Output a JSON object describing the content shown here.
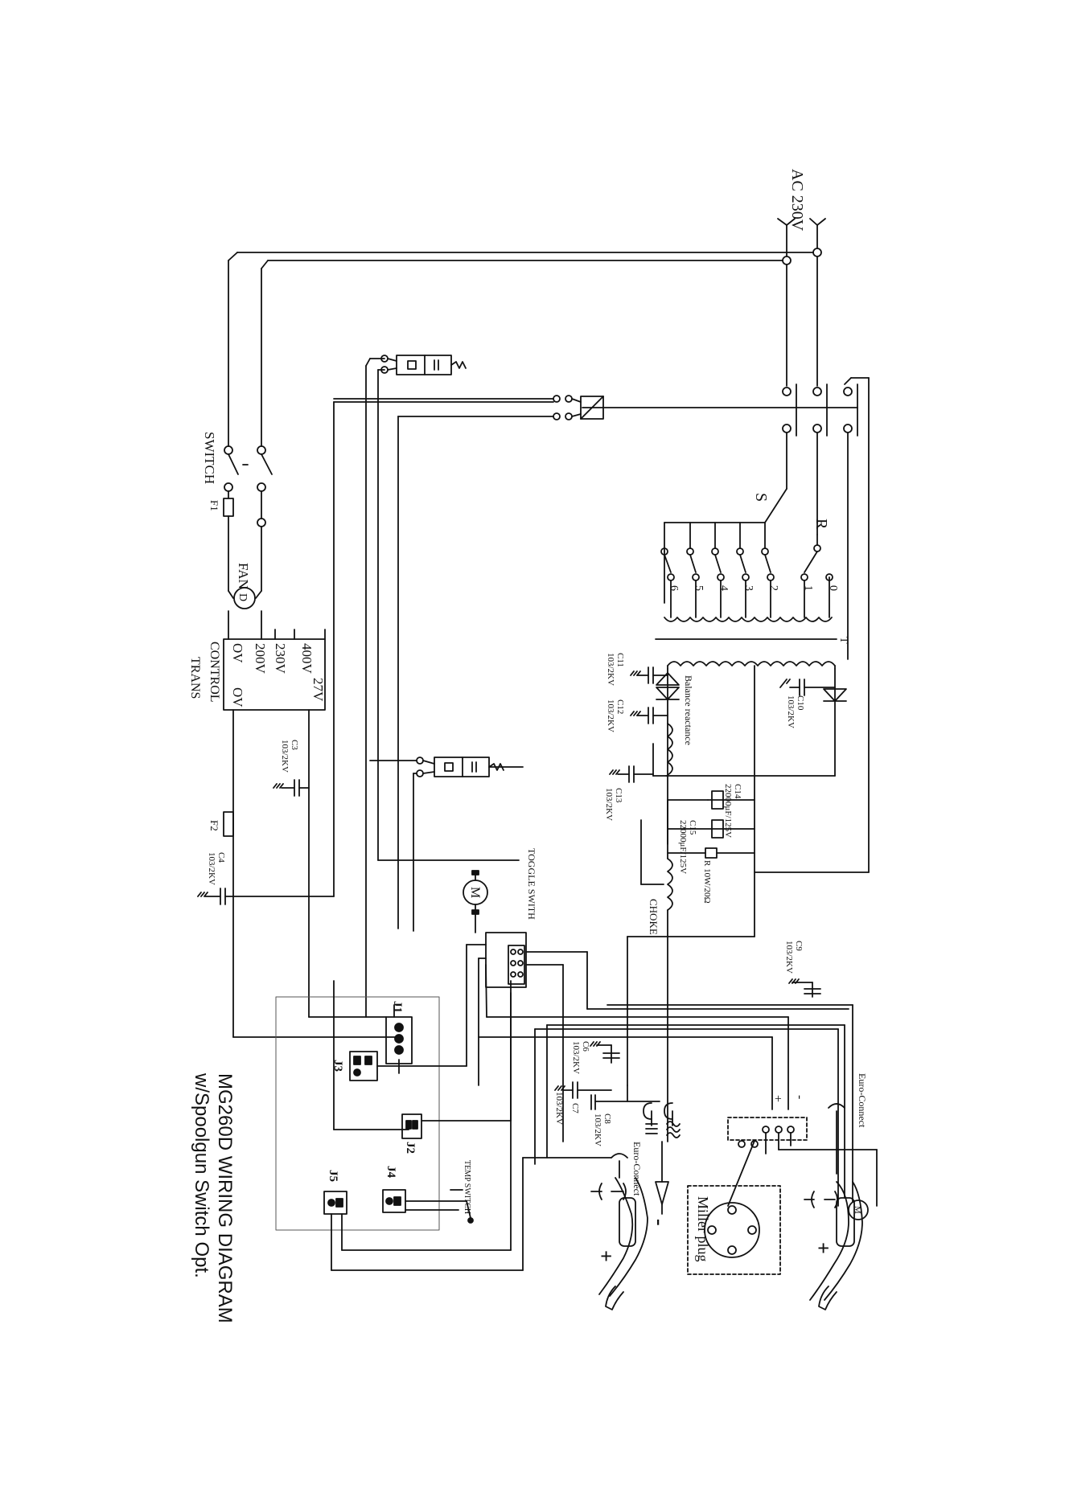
{
  "labels": {
    "ac": "AC 230V",
    "switch": "SWITCH",
    "f1": "F1",
    "f2": "F2",
    "fan": "FAN",
    "fan_symbol": "D",
    "control_trans": "CONTROL",
    "trans": "TRANS",
    "v400": "400V",
    "v27": "27V",
    "v230": "230V",
    "v200": "200V",
    "ov_left": "OV",
    "ov_right": "OV",
    "c3": "C3",
    "c3_val": "103/2KV",
    "c4": "C4",
    "c4_val": "103/2KV",
    "toggle": "TOGGLE SWITH",
    "motor": "M",
    "s": "S",
    "r": "R",
    "t": "T",
    "taps": [
      "0",
      "1",
      "2",
      "3",
      "4",
      "5",
      "6"
    ],
    "c10": "C10",
    "c10_val": "103/2KV",
    "c11": "C11",
    "c11_val": "103/2KV",
    "c12": "C12",
    "c12_val": "103/2KV",
    "c13": "C13",
    "c13_val": "103/2KV",
    "c14": "C14",
    "c14_val": "22000μF/125V",
    "c15": "C15",
    "c15_val": "22000μF/125V",
    "resistor": "R 10W/20Ω",
    "balance": "Balance reactance",
    "choke": "CHOKE",
    "c9": "C9",
    "c9_val": "103/2KV",
    "c6": "C6",
    "c6_val": "103/2KV",
    "c7": "C7",
    "c7_val": "103/2KV",
    "c8": "C8",
    "c8_val": "103/2KV",
    "euro1": "Euro-Connect",
    "euro2": "Euro-Connect",
    "j1": "J1",
    "j2": "J2",
    "j3": "J3",
    "j4": "J4",
    "j5": "J5",
    "temp_switch": "TEMP SWITCH",
    "miller": "Miller plug",
    "plus1": "+",
    "minus1": "-",
    "plus2": "+",
    "minus2": "-",
    "plus3": "+",
    "minus_clamp": "-",
    "gun_motor": "M",
    "title1": "MG260D WIRING DIAGRAM",
    "title2": "w/Spoolgun Switch Opt."
  }
}
